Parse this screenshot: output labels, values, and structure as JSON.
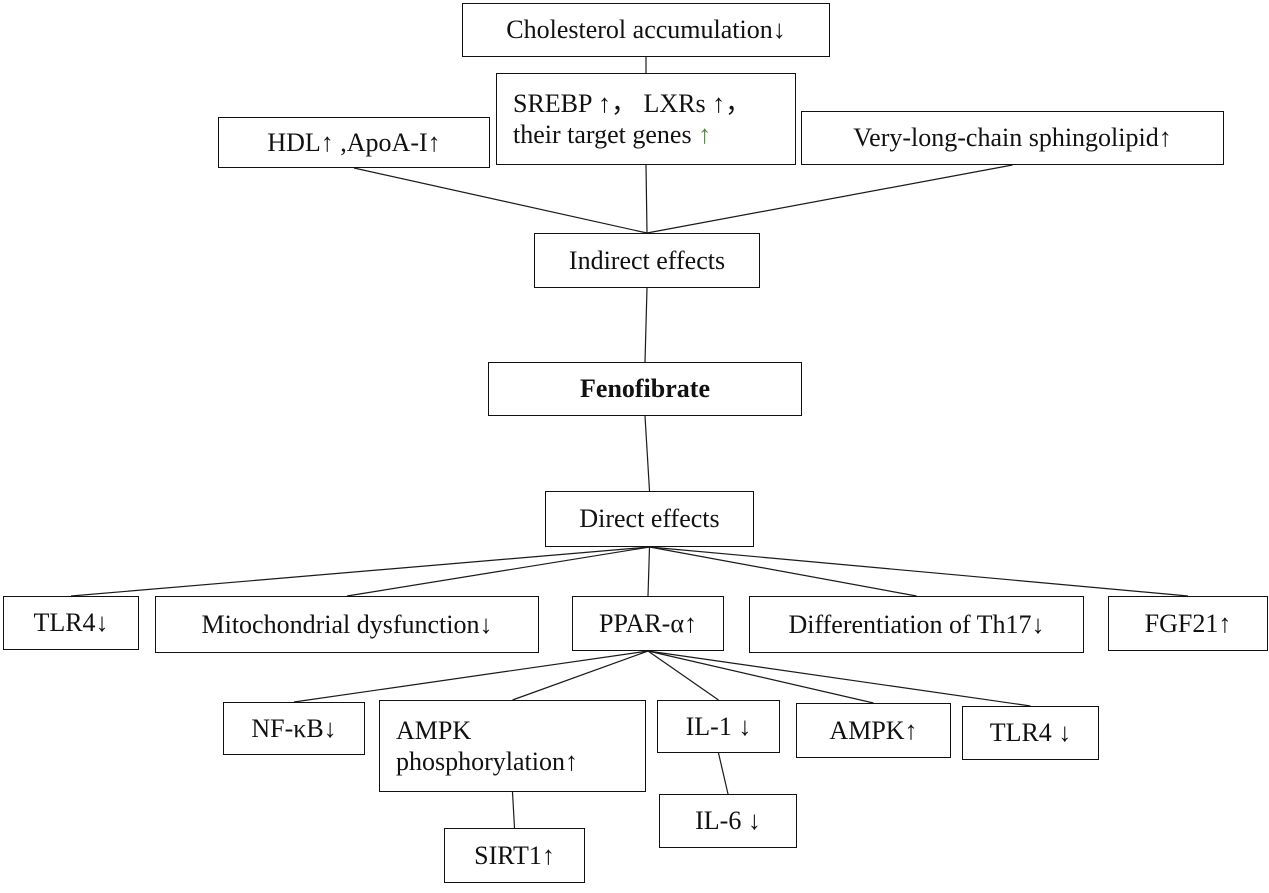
{
  "nodes": {
    "cholesterol": "Cholesterol accumulation↓",
    "srebp_line1": "SREBP ↑， LXRs ↑，",
    "srebp_line2_text": "their target genes ",
    "srebp_line2_arrow": "↑",
    "hdl": "HDL↑ ,ApoA-I↑",
    "sphingolipid": "Very-long-chain sphingolipid↑",
    "indirect": "Indirect effects",
    "fenofibrate": "Fenofibrate",
    "direct": "Direct effects",
    "tlr4_top": "TLR4↓",
    "mito": "Mitochondrial dysfunction↓",
    "ppar": "PPAR-α↑",
    "th17": "Differentiation of Th17↓",
    "fgf21": "FGF21↑",
    "nfkb": "NF-κB↓",
    "ampk_phos_line1": "AMPK",
    "ampk_phos_line2": "phosphorylation↑",
    "il1": "IL-1 ↓",
    "ampk": "AMPK↑",
    "tlr4_bottom": "TLR4 ↓",
    "sirt1": "SIRT1↑",
    "il6": "IL-6  ↓"
  },
  "edges": [
    [
      "cholesterol",
      "srebp"
    ],
    [
      "hdl",
      "indirect"
    ],
    [
      "srebp",
      "indirect"
    ],
    [
      "sphingolipid",
      "indirect"
    ],
    [
      "indirect",
      "fenofibrate"
    ],
    [
      "fenofibrate",
      "direct"
    ],
    [
      "direct",
      "tlr4_top"
    ],
    [
      "direct",
      "mito"
    ],
    [
      "direct",
      "ppar"
    ],
    [
      "direct",
      "th17"
    ],
    [
      "direct",
      "fgf21"
    ],
    [
      "ppar",
      "nfkb"
    ],
    [
      "ppar",
      "ampk_phos"
    ],
    [
      "ppar",
      "il1"
    ],
    [
      "ppar",
      "ampk"
    ],
    [
      "ppar",
      "tlr4_bottom"
    ],
    [
      "ampk_phos",
      "sirt1"
    ],
    [
      "il1",
      "il6"
    ]
  ],
  "colors": {
    "arrow_green": "#4a8a3c",
    "stroke": "#111111"
  }
}
